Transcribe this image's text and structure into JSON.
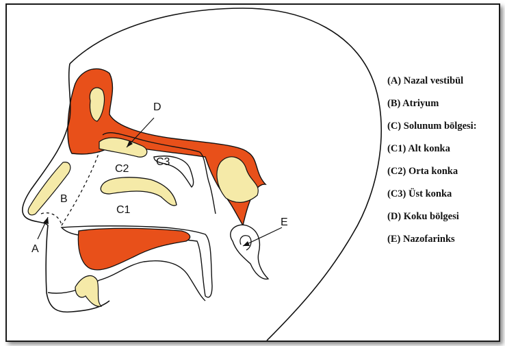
{
  "diagram": {
    "labels": {
      "a": "A",
      "b": "B",
      "c1": "C1",
      "c2": "C2",
      "c3": "C3",
      "d": "D",
      "e": "E"
    },
    "legend": [
      "(A) Nazal vestibül",
      "(B) Atriyum",
      "(C) Solunum bölgesi:",
      "(C1) Alt konka",
      "(C2) Orta konka",
      "(C3) Üst konka",
      "(D) Koku bölgesi",
      "(E) Nazofarinks"
    ],
    "colors": {
      "sinus": "#e8501a",
      "bone": "#f5eaa8",
      "outline": "#111111"
    }
  }
}
